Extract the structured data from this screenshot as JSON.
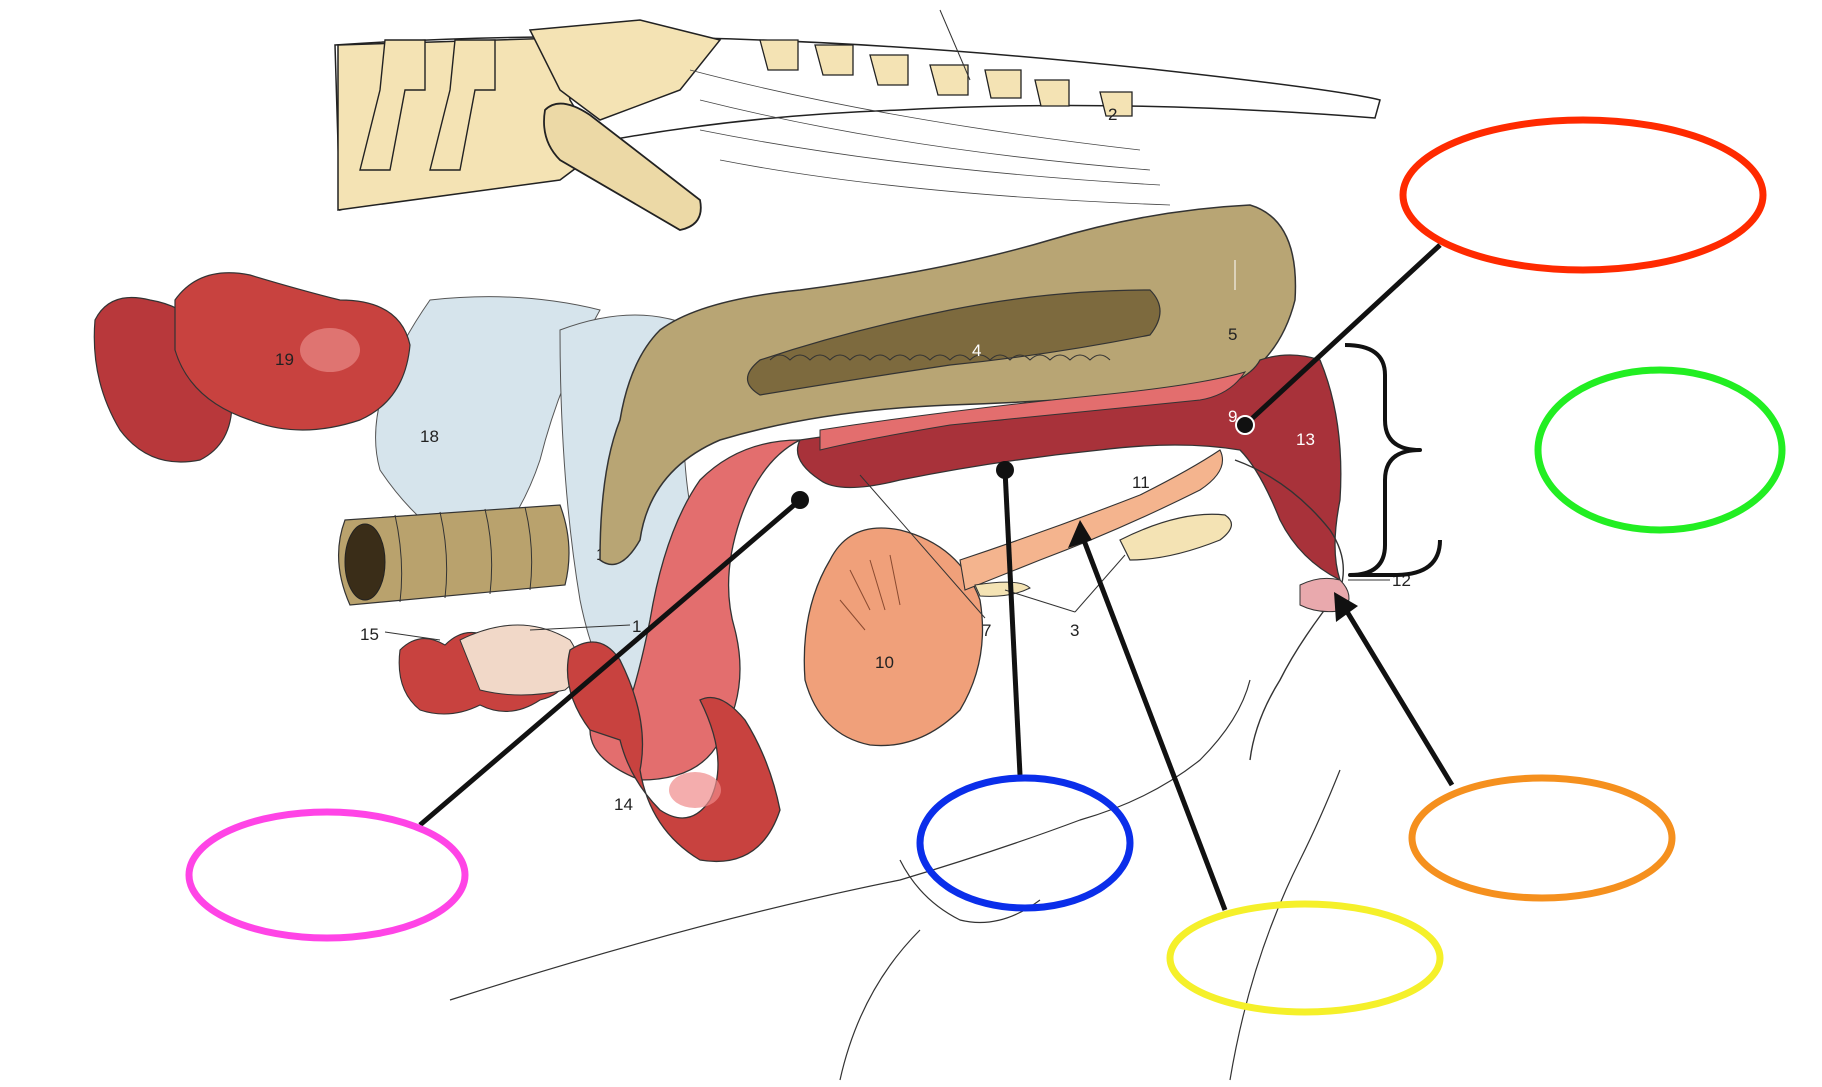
{
  "labels": {
    "n2": "2",
    "n3": "3",
    "n4": "4",
    "n5": "5",
    "n7": "7",
    "n10": "10",
    "n11": "11",
    "n12": "12",
    "n13": "13",
    "n14": "14",
    "n15": "15",
    "n16": "1",
    "n17": "17",
    "n18": "18",
    "n19": "19",
    "n9": "9"
  },
  "answer_ovals": [
    {
      "id": "red",
      "color": "#ff2a00",
      "text": ""
    },
    {
      "id": "green",
      "color": "#22ee22",
      "text": ""
    },
    {
      "id": "blue",
      "color": "#0a2eea",
      "text": ""
    },
    {
      "id": "yellow",
      "color": "#f5f02a",
      "text": ""
    },
    {
      "id": "orange",
      "color": "#f5901e",
      "text": ""
    },
    {
      "id": "magenta",
      "color": "#ff44e6",
      "text": ""
    }
  ],
  "colors": {
    "bone": "#f4e3b4",
    "rectum": "#b8a574",
    "rectum_lumen": "#7d6a3e",
    "ligament": "#d6e4ec",
    "tissue_red": "#c8423f",
    "tissue_pink": "#e36e6e",
    "tissue_dark": "#a8323a",
    "bladder": "#f0a07a",
    "urethra_salmon": "#f4b48e",
    "colon": "#b9a26d",
    "line": "#111111"
  }
}
